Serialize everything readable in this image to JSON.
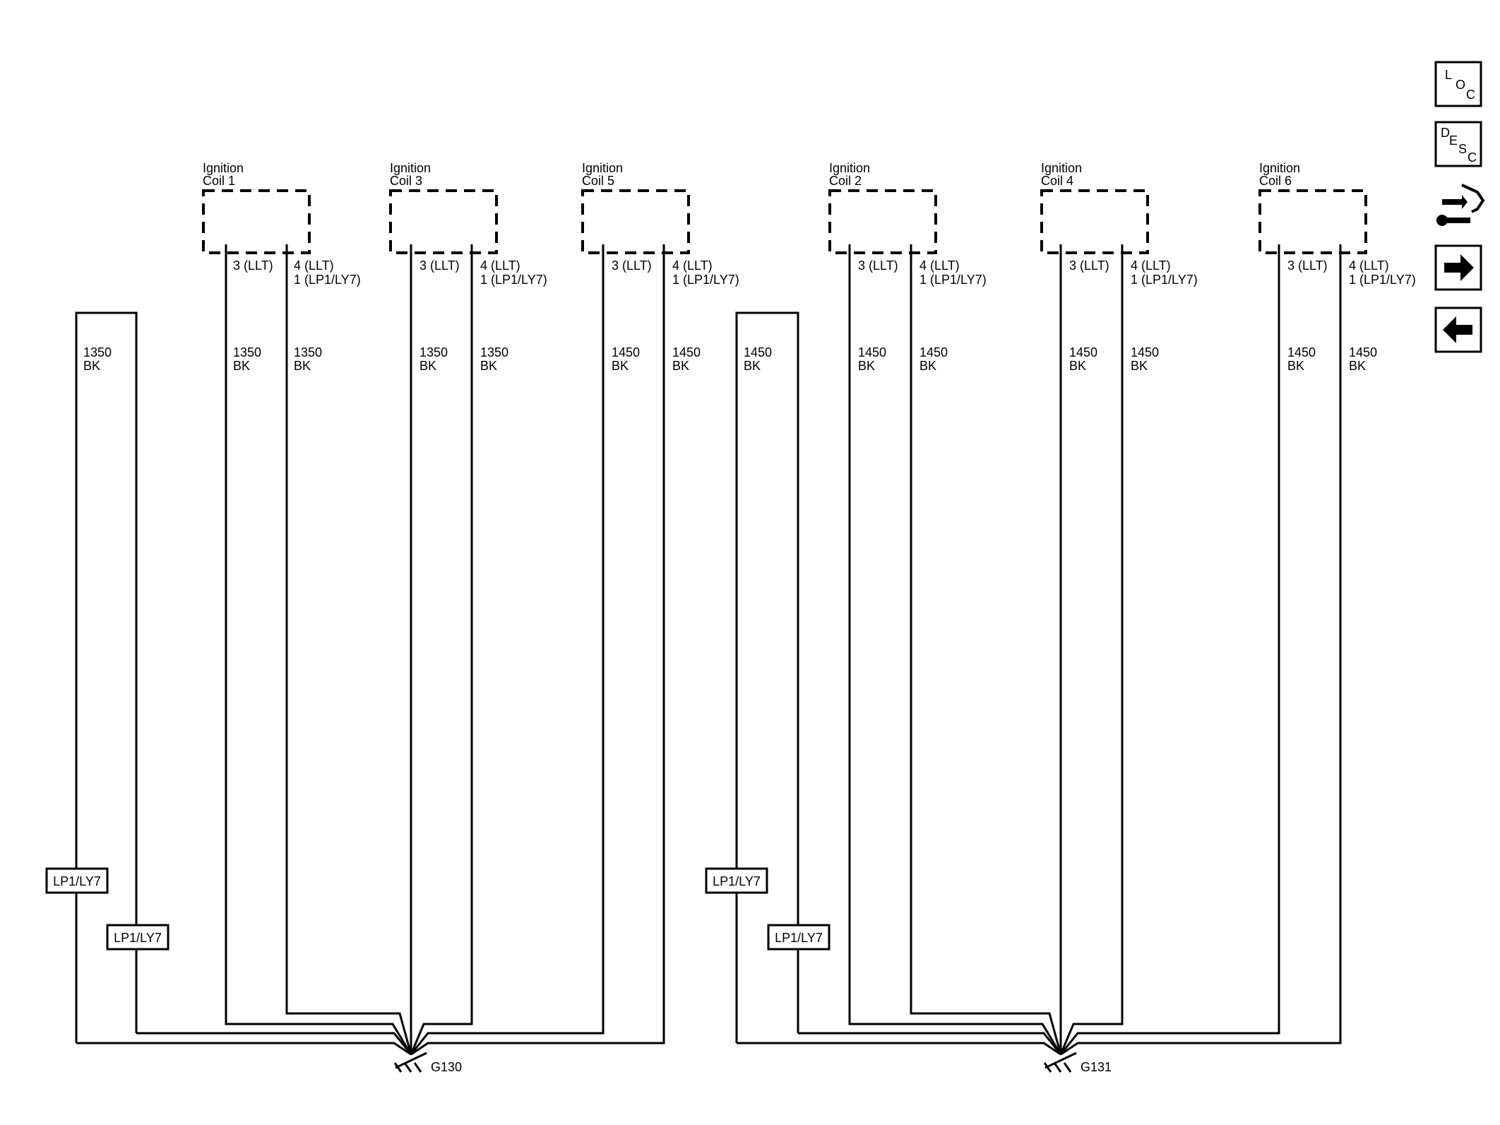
{
  "components": [
    {
      "id": "coil1",
      "line1": "Ignition",
      "line2": "Coil 1",
      "pinA": "3 (LLT)",
      "pinB1": "4 (LLT)",
      "pinB2": "1 (LP1/LY7)",
      "wireA_num": "1350",
      "wireA_color": "BK",
      "wireB_num": "1350",
      "wireB_color": "BK"
    },
    {
      "id": "coil3",
      "line1": "Ignition",
      "line2": "Coil 3",
      "pinA": "3 (LLT)",
      "pinB1": "4 (LLT)",
      "pinB2": "1 (LP1/LY7)",
      "wireA_num": "1350",
      "wireA_color": "BK",
      "wireB_num": "1350",
      "wireB_color": "BK"
    },
    {
      "id": "coil5",
      "line1": "Ignition",
      "line2": "Coil 5",
      "pinA": "3 (LLT)",
      "pinB1": "4 (LLT)",
      "pinB2": "1 (LP1/LY7)",
      "wireA_num": "1450",
      "wireA_color": "BK",
      "wireB_num": "1450",
      "wireB_color": "BK"
    },
    {
      "id": "coil2",
      "line1": "Ignition",
      "line2": "Coil 2",
      "pinA": "3 (LLT)",
      "pinB1": "4 (LLT)",
      "pinB2": "1 (LP1/LY7)",
      "wireA_num": "1450",
      "wireA_color": "BK",
      "wireB_num": "1450",
      "wireB_color": "BK"
    },
    {
      "id": "coil4",
      "line1": "Ignition",
      "line2": "Coil 4",
      "pinA": "3 (LLT)",
      "pinB1": "4 (LLT)",
      "pinB2": "1 (LP1/LY7)",
      "wireA_num": "1450",
      "wireA_color": "BK",
      "wireB_num": "1450",
      "wireB_color": "BK"
    },
    {
      "id": "coil6",
      "line1": "Ignition",
      "line2": "Coil 6",
      "pinA": "3 (LLT)",
      "pinB1": "4 (LLT)",
      "pinB2": "1 (LP1/LY7)",
      "wireA_num": "1450",
      "wireA_color": "BK",
      "wireB_num": "1450",
      "wireB_color": "BK"
    }
  ],
  "loops": [
    {
      "id": "loopL",
      "wire_num": "1350",
      "wire_color": "BK",
      "tag1": "LP1/LY7",
      "tag2": "LP1/LY7"
    },
    {
      "id": "loopR",
      "wire_num": "1450",
      "wire_color": "BK",
      "tag1": "LP1/LY7",
      "tag2": "LP1/LY7"
    }
  ],
  "grounds": [
    {
      "id": "g130",
      "label": "G130"
    },
    {
      "id": "g131",
      "label": "G131"
    }
  ],
  "nav": {
    "loc": {
      "big": "L",
      "mid": "O",
      "small": "C"
    },
    "desc": {
      "big": "D",
      "mid": "E",
      "s": "S",
      "small": "C"
    },
    "icons": [
      "connector-icon",
      "arrow-right-icon",
      "arrow-left-icon"
    ]
  }
}
